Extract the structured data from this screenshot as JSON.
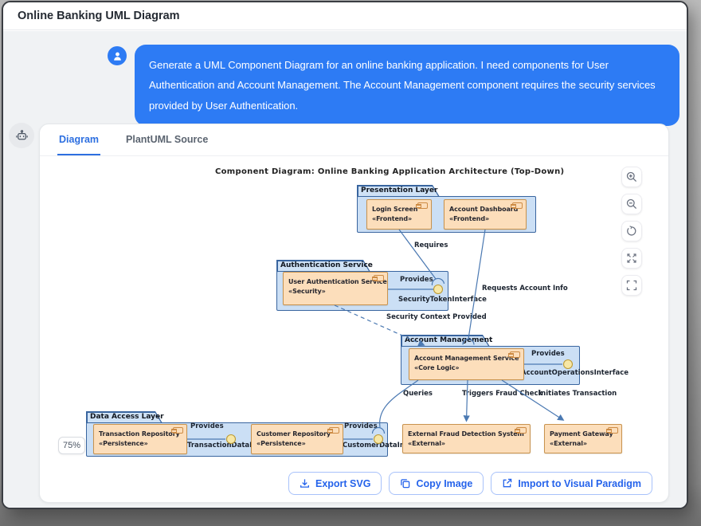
{
  "window": {
    "title": "Online Banking UML Diagram"
  },
  "chat": {
    "message": "Generate a UML Component Diagram for an online banking application. I need components for User Authentication and Account Management. The Account Management component requires the security services provided by User Authentication."
  },
  "tabs": {
    "diagram": "Diagram",
    "source": "PlantUML Source"
  },
  "diagram": {
    "title": "Component Diagram: Online Banking Application Architecture (Top-Down)",
    "zoom_level": "75%",
    "packages": [
      {
        "name": "Presentation Layer"
      },
      {
        "name": "Authentication Service"
      },
      {
        "name": "Account Management"
      },
      {
        "name": "Data Access Layer"
      }
    ],
    "components": [
      {
        "name": "Login Screen",
        "stereotype": "«Frontend»"
      },
      {
        "name": "Account Dashboard",
        "stereotype": "«Frontend»"
      },
      {
        "name": "User Authentication Service",
        "stereotype": "«Security»"
      },
      {
        "name": "Account Management Service",
        "stereotype": "«Core Logic»"
      },
      {
        "name": "Transaction Repository",
        "stereotype": "«Persistence»"
      },
      {
        "name": "Customer Repository",
        "stereotype": "«Persistence»"
      },
      {
        "name": "External Fraud Detection System",
        "stereotype": "«External»"
      },
      {
        "name": "Payment Gateway",
        "stereotype": "«External»"
      }
    ],
    "interfaces": [
      {
        "provides_label": "Provides",
        "name": "SecurityTokenInterface"
      },
      {
        "provides_label": "Provides",
        "name": "AccountOperationsInterface"
      },
      {
        "provides_label": "Provides",
        "name": "TransactionDataInterface"
      },
      {
        "provides_label": "Provides",
        "name": "CustomerDataInterface"
      }
    ],
    "edges": [
      {
        "label": "Requires"
      },
      {
        "label": "Requests Account Info"
      },
      {
        "label": "Security Context Provided"
      },
      {
        "label": "Queries"
      },
      {
        "label": "Triggers Fraud Check"
      },
      {
        "label": "Initiates Transaction"
      }
    ]
  },
  "zoom_controls": {
    "icons": [
      "zoom-in",
      "zoom-out",
      "reset-view",
      "expand",
      "fullscreen"
    ]
  },
  "actions": {
    "export_svg": "Export SVG",
    "copy_image": "Copy Image",
    "import_vp": "Import to Visual Paradigm"
  },
  "icons": {
    "user_avatar": "person-icon",
    "bot_avatar": "robot-icon",
    "export": "download-icon",
    "copy": "copy-icon",
    "import": "external-link-icon"
  },
  "colors": {
    "accent_blue": "#2d7bf4",
    "tab_active": "#2d6fe0",
    "package_fill": "#cbdff5",
    "package_border": "#39659f",
    "component_fill": "#fcdebb",
    "component_border": "#c8934e",
    "edge_line": "#4b79b2",
    "lollipop_fill": "#f7e7a6",
    "lollipop_border": "#bd9b35",
    "button_text": "#2563eb"
  }
}
